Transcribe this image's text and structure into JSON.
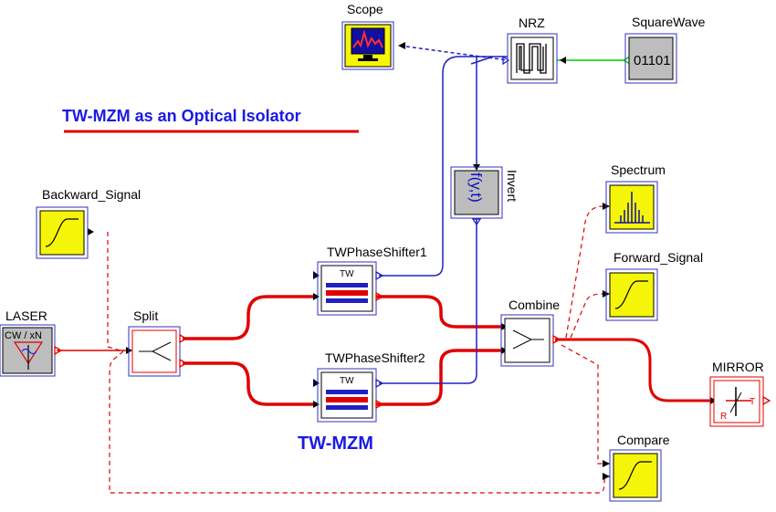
{
  "diagram": {
    "title": "TW-MZM as an Optical Isolator",
    "subtitle": "TW-MZM",
    "colors": {
      "optical": "#e00000",
      "electrical": "#2020c0",
      "signal": "#00cc00",
      "block_yellow": "#f5f50a",
      "block_gray": "#bdbdbd",
      "title_blue": "#1a1ae6"
    },
    "blocks": {
      "scope": {
        "label": "Scope",
        "icon": "scope-icon"
      },
      "nrz": {
        "label": "NRZ",
        "icon": "nrz-pulse-icon"
      },
      "squarewave": {
        "label": "SquareWave",
        "icon_text": "01101"
      },
      "invert": {
        "label": "Invert",
        "icon_text": "f(y,t)"
      },
      "spectrum": {
        "label": "Spectrum",
        "icon": "spectrum-icon"
      },
      "backward_signal": {
        "label": "Backward_Signal",
        "icon": "pulse-icon"
      },
      "forward_signal": {
        "label": "Forward_Signal",
        "icon": "pulse-icon"
      },
      "compare": {
        "label": "Compare",
        "icon": "pulse-icon"
      },
      "laser": {
        "label": "LASER",
        "icon_text": "CW / xN"
      },
      "split": {
        "label": "Split",
        "icon": "splitter-icon"
      },
      "combine": {
        "label": "Combine",
        "icon": "combiner-icon"
      },
      "tw1": {
        "label": "TWPhaseShifter1",
        "icon_text": "TW"
      },
      "tw2": {
        "label": "TWPhaseShifter2",
        "icon_text": "TW"
      },
      "mirror": {
        "label": "MIRROR",
        "icon_r": "R",
        "icon_t": "T"
      }
    }
  }
}
